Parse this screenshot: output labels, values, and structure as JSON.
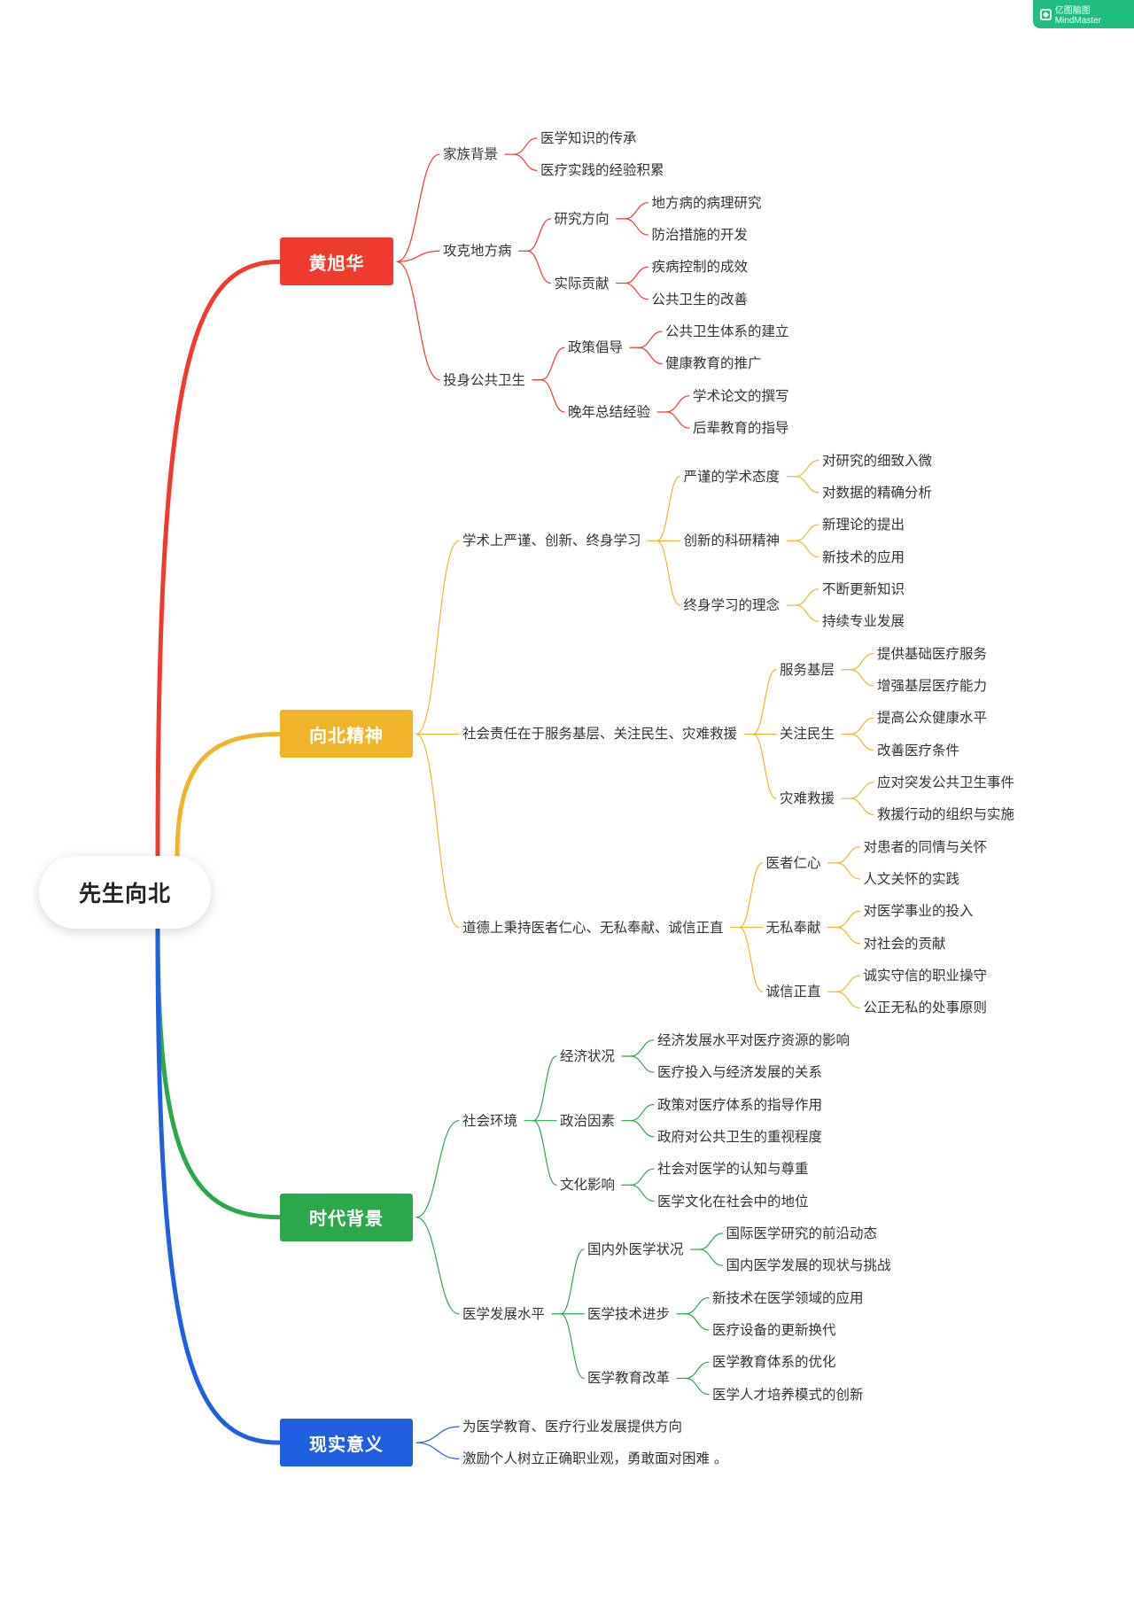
{
  "brand": {
    "label": "亿图脑图MindMaster",
    "icon": "mindmaster-logo-icon",
    "color": "#1fbd7f"
  },
  "mindmap": {
    "root": "先生向北",
    "branches": [
      {
        "label": "黄旭华",
        "color": "#ef3b2d",
        "children": [
          {
            "label": "家族背景",
            "children": [
              {
                "label": "医学知识的传承"
              },
              {
                "label": "医疗实践的经验积累"
              }
            ]
          },
          {
            "label": "攻克地方病",
            "children": [
              {
                "label": "研究方向",
                "children": [
                  {
                    "label": "地方病的病理研究"
                  },
                  {
                    "label": "防治措施的开发"
                  }
                ]
              },
              {
                "label": "实际贡献",
                "children": [
                  {
                    "label": "疾病控制的成效"
                  },
                  {
                    "label": "公共卫生的改善"
                  }
                ]
              }
            ]
          },
          {
            "label": "投身公共卫生",
            "children": [
              {
                "label": "政策倡导",
                "children": [
                  {
                    "label": "公共卫生体系的建立"
                  },
                  {
                    "label": "健康教育的推广"
                  }
                ]
              },
              {
                "label": "晚年总结经验",
                "children": [
                  {
                    "label": "学术论文的撰写"
                  },
                  {
                    "label": "后辈教育的指导"
                  }
                ]
              }
            ]
          }
        ]
      },
      {
        "label": "向北精神",
        "color": "#f0b429",
        "children": [
          {
            "label": "学术上严谨、创新、终身学习",
            "children": [
              {
                "label": "严谨的学术态度",
                "children": [
                  {
                    "label": "对研究的细致入微"
                  },
                  {
                    "label": "对数据的精确分析"
                  }
                ]
              },
              {
                "label": "创新的科研精神",
                "children": [
                  {
                    "label": "新理论的提出"
                  },
                  {
                    "label": "新技术的应用"
                  }
                ]
              },
              {
                "label": "终身学习的理念",
                "children": [
                  {
                    "label": "不断更新知识"
                  },
                  {
                    "label": "持续专业发展"
                  }
                ]
              }
            ]
          },
          {
            "label": "社会责任在于服务基层、关注民生、灾难救援",
            "children": [
              {
                "label": "服务基层",
                "children": [
                  {
                    "label": "提供基础医疗服务"
                  },
                  {
                    "label": "增强基层医疗能力"
                  }
                ]
              },
              {
                "label": "关注民生",
                "children": [
                  {
                    "label": "提高公众健康水平"
                  },
                  {
                    "label": "改善医疗条件"
                  }
                ]
              },
              {
                "label": "灾难救援",
                "children": [
                  {
                    "label": "应对突发公共卫生事件"
                  },
                  {
                    "label": "救援行动的组织与实施"
                  }
                ]
              }
            ]
          },
          {
            "label": "道德上秉持医者仁心、无私奉献、诚信正直",
            "children": [
              {
                "label": "医者仁心",
                "children": [
                  {
                    "label": "对患者的同情与关怀"
                  },
                  {
                    "label": "人文关怀的实践"
                  }
                ]
              },
              {
                "label": "无私奉献",
                "children": [
                  {
                    "label": "对医学事业的投入"
                  },
                  {
                    "label": "对社会的贡献"
                  }
                ]
              },
              {
                "label": "诚信正直",
                "children": [
                  {
                    "label": "诚实守信的职业操守"
                  },
                  {
                    "label": "公正无私的处事原则"
                  }
                ]
              }
            ]
          }
        ]
      },
      {
        "label": "时代背景",
        "color": "#2aa84a",
        "children": [
          {
            "label": "社会环境",
            "children": [
              {
                "label": "经济状况",
                "children": [
                  {
                    "label": "经济发展水平对医疗资源的影响"
                  },
                  {
                    "label": "医疗投入与经济发展的关系"
                  }
                ]
              },
              {
                "label": "政治因素",
                "children": [
                  {
                    "label": "政策对医疗体系的指导作用"
                  },
                  {
                    "label": "政府对公共卫生的重视程度"
                  }
                ]
              },
              {
                "label": "文化影响",
                "children": [
                  {
                    "label": "社会对医学的认知与尊重"
                  },
                  {
                    "label": "医学文化在社会中的地位"
                  }
                ]
              }
            ]
          },
          {
            "label": "医学发展水平",
            "children": [
              {
                "label": "国内外医学状况",
                "children": [
                  {
                    "label": "国际医学研究的前沿动态"
                  },
                  {
                    "label": "国内医学发展的现状与挑战"
                  }
                ]
              },
              {
                "label": "医学技术进步",
                "children": [
                  {
                    "label": "新技术在医学领域的应用"
                  },
                  {
                    "label": "医疗设备的更新换代"
                  }
                ]
              },
              {
                "label": "医学教育改革",
                "children": [
                  {
                    "label": "医学教育体系的优化"
                  },
                  {
                    "label": "医学人才培养模式的创新"
                  }
                ]
              }
            ]
          }
        ]
      },
      {
        "label": "现实意义",
        "color": "#1f5fe0",
        "children": [
          {
            "label": "为医学教育、医疗行业发展提供方向"
          },
          {
            "label": "激励个人树立正确职业观，勇敢面对困难 。"
          }
        ]
      }
    ]
  }
}
